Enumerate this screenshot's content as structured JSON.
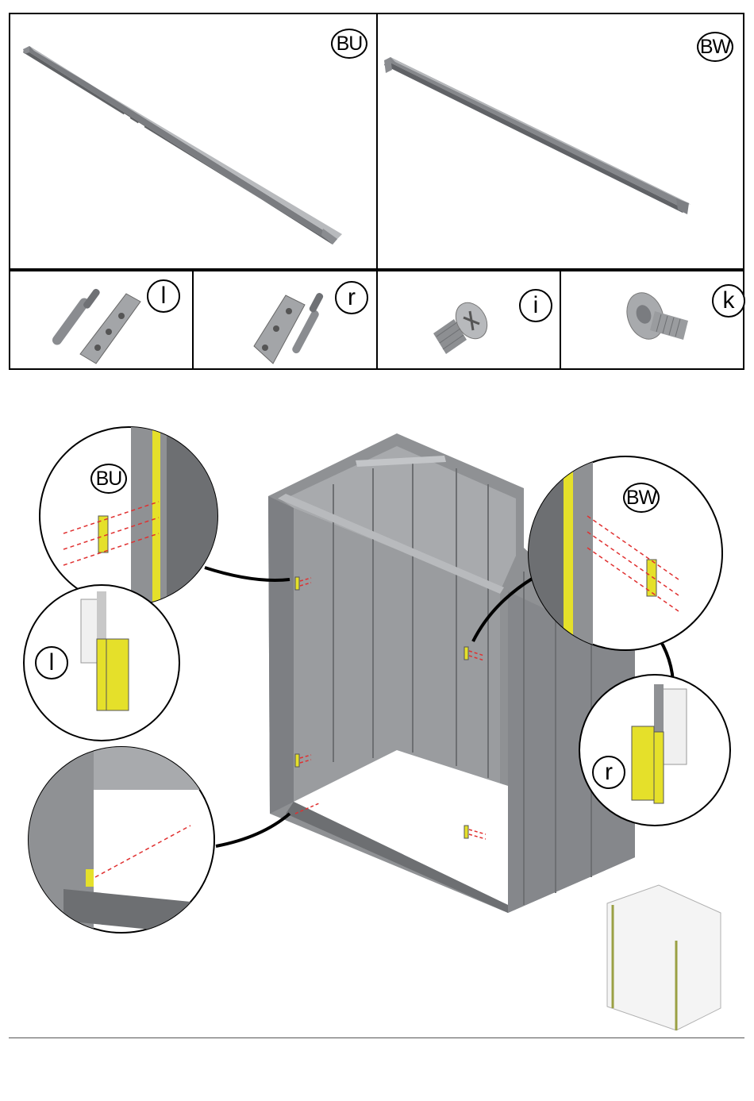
{
  "parts": {
    "BU": {
      "label": "BU"
    },
    "BW": {
      "label": "BW"
    },
    "l": {
      "label": "l"
    },
    "r": {
      "label": "r"
    },
    "i": {
      "label": "i"
    },
    "k": {
      "label": "k"
    }
  },
  "callouts": {
    "bu_detail": "BU",
    "bw_detail": "BW",
    "l_detail": "l",
    "r_detail": "r"
  },
  "colors": {
    "metal": "#8f9194",
    "metal_dark": "#6d6f72",
    "metal_light": "#c3c5c8",
    "hinge_yellow": "#e5e02a",
    "dash_red": "#e03030"
  }
}
